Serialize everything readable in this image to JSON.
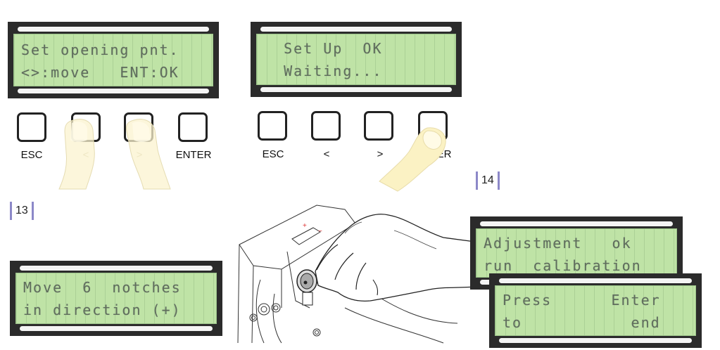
{
  "panel_a": {
    "display": {
      "line1": "Set opening pnt.",
      "line2": "<>:move   ENT:OK"
    },
    "keys": {
      "esc": "ESC",
      "left": "<",
      "right": ">",
      "enter": "ENTER"
    }
  },
  "panel_b": {
    "display": {
      "line1": "  Set Up  OK",
      "line2": "  Waiting..."
    },
    "keys": {
      "esc": "ESC",
      "left": "<",
      "right": ">",
      "enter": "ENTER"
    }
  },
  "figure_13": {
    "label": "13"
  },
  "figure_14": {
    "label": "14"
  },
  "panel_c": {
    "display": {
      "line1": "Move  6  notches",
      "line2": "in direction (+)"
    }
  },
  "panel_d": {
    "display": {
      "line1": "Adjustment   ok",
      "line2": "run  calibration"
    }
  },
  "panel_e": {
    "display": {
      "line1": "Press      Enter",
      "line2": "to           end"
    }
  },
  "colors": {
    "lcd_frame": "#2b2b2b",
    "lcd_screen": "#bfe3a6",
    "lcd_text": "#5f6d5c",
    "figure_bracket": "#8c88c8"
  }
}
